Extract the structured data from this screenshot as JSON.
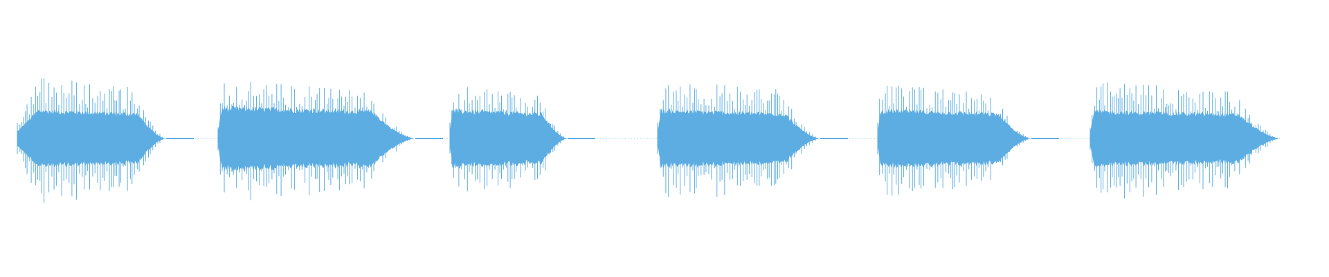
{
  "waveform": {
    "color": "#5dade2",
    "segments": [
      {
        "attack": 0.14,
        "decay_shape": "fade-out",
        "peak_level": 1.0,
        "sustain_level": 0.62
      },
      {
        "attack": 0.02,
        "decay_shape": "fade-out",
        "peak_level": 0.95,
        "sustain_level": 0.68
      },
      {
        "attack": 0.02,
        "decay_shape": "fade-out",
        "peak_level": 0.86,
        "sustain_level": 0.62
      },
      {
        "attack": 0.02,
        "decay_shape": "fade-out",
        "peak_level": 0.96,
        "sustain_level": 0.62
      },
      {
        "attack": 0.02,
        "decay_shape": "fade-out",
        "peak_level": 0.88,
        "sustain_level": 0.62
      },
      {
        "attack": 0.02,
        "decay_shape": "fade-out",
        "peak_level": 0.92,
        "sustain_level": 0.6
      }
    ]
  }
}
